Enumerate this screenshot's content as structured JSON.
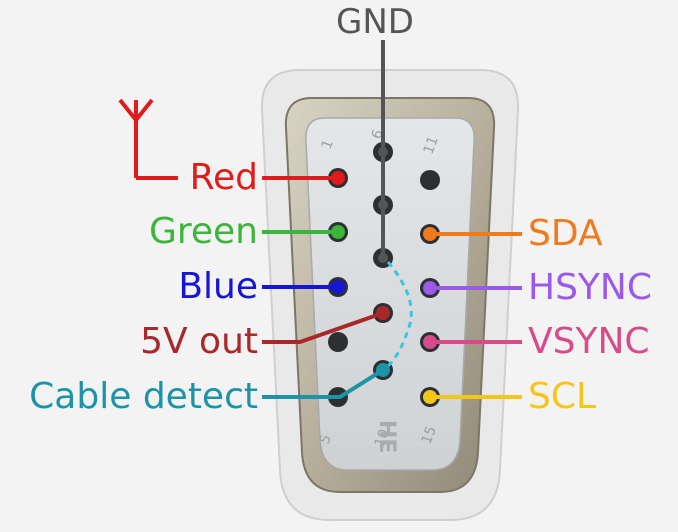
{
  "title": "GND",
  "left_labels": [
    {
      "key": "red",
      "text": "Red",
      "color": "#e01b1b"
    },
    {
      "key": "green",
      "text": "Green",
      "color": "#3cb53c"
    },
    {
      "key": "blue",
      "text": "Blue",
      "color": "#1515d6"
    },
    {
      "key": "5v",
      "text": "5V out",
      "color": "#a8282b"
    },
    {
      "key": "cable-detect",
      "text": "Cable detect",
      "color": "#1d93a8"
    }
  ],
  "right_labels": [
    {
      "key": "sda",
      "text": "SDA",
      "color": "#f07a1c"
    },
    {
      "key": "hsync",
      "text": "HSYNC",
      "color": "#9b59e8"
    },
    {
      "key": "vsync",
      "text": "VSYNC",
      "color": "#d64b8a"
    },
    {
      "key": "scl",
      "text": "SCL",
      "color": "#f5c61a"
    }
  ],
  "gnd_color": "#555555",
  "connector_marks": [
    "1",
    "6",
    "11",
    "5",
    "10",
    "15"
  ]
}
